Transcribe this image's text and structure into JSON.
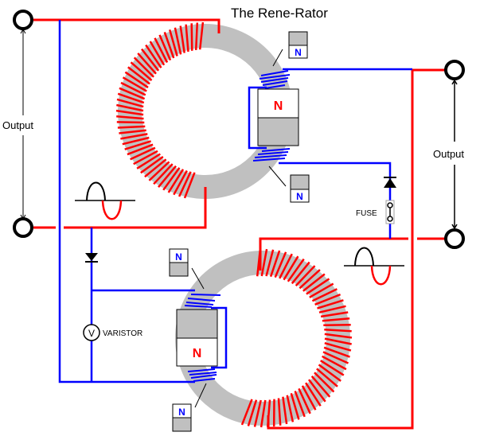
{
  "title": "The Rene-Rator",
  "colors": {
    "primary_winding": "#ff0000",
    "secondary_winding": "#0000ff",
    "core": "#c0c0c0",
    "terminal": "#000000",
    "magnet_n_upper": "#ff0000",
    "magnet_n_small": "#0000ff"
  },
  "labels": {
    "output_left": "Output",
    "output_right": "Output",
    "fuse": "FUSE",
    "varistor": "VARISTOR",
    "varistor_symbol": "V",
    "magnet_pole": "N"
  },
  "components": [
    {
      "type": "toroid",
      "name": "upper-toroid"
    },
    {
      "type": "toroid",
      "name": "lower-toroid"
    },
    {
      "type": "magnet",
      "name": "upper-magnet",
      "pole": "N"
    },
    {
      "type": "magnet",
      "name": "lower-magnet",
      "pole": "N"
    },
    {
      "type": "diode",
      "name": "right-diode"
    },
    {
      "type": "diode",
      "name": "left-diode"
    },
    {
      "type": "fuse",
      "name": "fuse"
    },
    {
      "type": "varistor",
      "name": "varistor"
    },
    {
      "type": "terminal",
      "name": "output-terminal-left-top"
    },
    {
      "type": "terminal",
      "name": "output-terminal-left-bottom"
    },
    {
      "type": "terminal",
      "name": "output-terminal-right-top"
    },
    {
      "type": "terminal",
      "name": "output-terminal-right-bottom"
    }
  ]
}
